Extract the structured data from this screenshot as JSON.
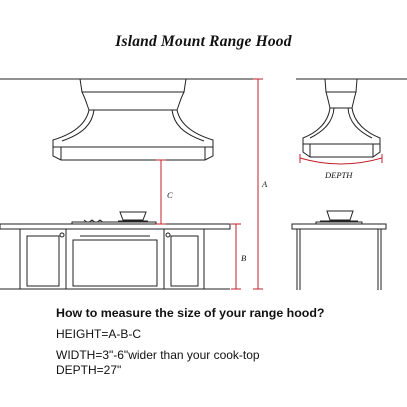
{
  "title": "Island Mount Range Hood",
  "dimension_labels": {
    "a": "A",
    "b": "B",
    "c": "C",
    "depth": "DEPTH"
  },
  "instructions": {
    "question": "How to measure the size of your range hood?",
    "height_formula": "HEIGHT=A-B-C",
    "width_formula": "WIDTH=3\"-6\"wider than your cook-top",
    "depth_formula": "DEPTH=27\""
  },
  "colors": {
    "line": "#222222",
    "dimension": "#c0202a",
    "background": "#ffffff"
  }
}
